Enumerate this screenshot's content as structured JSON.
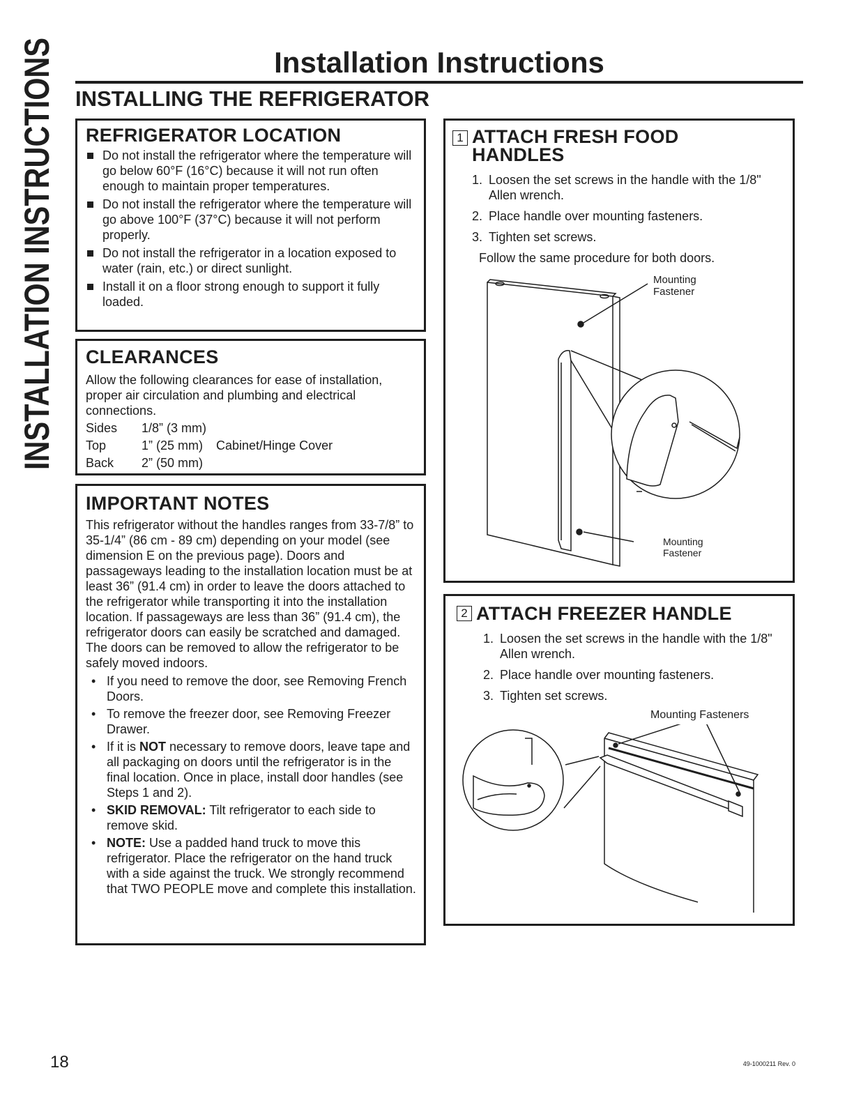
{
  "side_title": "INSTALLATION INSTRUCTIONS",
  "page_header": "Installation Instructions",
  "section_title": "INSTALLING THE REFRIGERATOR",
  "location": {
    "heading": "REFRIGERATOR LOCATION",
    "items": [
      "Do not install the refrigerator where the temperature will go below 60°F (16°C) because it will not run often enough to maintain proper temperatures.",
      "Do not install the refrigerator where the temperature will go above 100°F (37°C) because it will not perform properly.",
      "Do not install the refrigerator in a location exposed to water (rain, etc.) or direct sunlight.",
      "Install it on a floor strong enough to support it fully loaded."
    ]
  },
  "clearances": {
    "heading": "CLEARANCES",
    "intro": "Allow the following clearances for ease of installation, proper air circulation and plumbing and electrical connections.",
    "rows": [
      {
        "side": "Sides",
        "value": "1/8” (3 mm)",
        "note": ""
      },
      {
        "side": "Top",
        "value": "1” (25 mm)",
        "note": "Cabinet/Hinge Cover"
      },
      {
        "side": "Back",
        "value": "2” (50 mm)",
        "note": ""
      }
    ]
  },
  "notes": {
    "heading": "IMPORTANT NOTES",
    "paragraph": "This refrigerator without the handles ranges from 33-7/8” to 35-1/4” (86 cm - 89 cm) depending on your model (see dimension E on the previous page). Doors and passageways leading to the installation location must be at least 36” (91.4 cm) in order to leave the doors attached to the refrigerator while transporting it into the installation location. If passageways are less than 36” (91.4 cm), the refrigerator doors can easily be scratched and damaged. The doors can be removed to allow the refrigerator to be safely moved indoors.",
    "bullets": [
      {
        "bold": "",
        "text": "If you need to remove the door, see Removing French Doors."
      },
      {
        "bold": "",
        "text": "To remove the freezer door, see Removing Freezer Drawer."
      },
      {
        "pre": "If it is ",
        "bold": "NOT",
        "text": " necessary to remove doors, leave tape and all packaging on doors until the refrigerator is in the final location. Once in place, install door handles (see Steps 1 and 2)."
      },
      {
        "pre": "",
        "bold": "SKID REMOVAL:",
        "text": " Tilt refrigerator to each side to remove skid."
      },
      {
        "pre": "",
        "bold": "NOTE:",
        "text": " Use a padded hand truck to move this refrigerator. Place the refrigerator on the hand truck with a side against the truck. We strongly recommend that TWO PEOPLE move and complete this installation."
      }
    ]
  },
  "step1": {
    "number": "1",
    "heading": "ATTACH FRESH FOOD HANDLES",
    "steps": [
      {
        "n": "1.",
        "text": "Loosen the set screws in the handle with the 1/8\" Allen wrench."
      },
      {
        "n": "2.",
        "text": "Place handle over mounting fasteners."
      },
      {
        "n": "3.",
        "text": "Tighten set screws."
      }
    ],
    "follow": "Follow the same procedure for both doors.",
    "label_top": "Mounting Fastener",
    "label_bottom": "Mounting Fastener"
  },
  "step2": {
    "number": "2",
    "heading": "ATTACH FREEZER HANDLE",
    "steps": [
      {
        "n": "1.",
        "text": "Loosen the set screws in the handle with the 1/8\" Allen wrench."
      },
      {
        "n": "2.",
        "text": "Place handle over mounting fasteners."
      },
      {
        "n": "3.",
        "text": "Tighten set screws."
      }
    ],
    "label": "Mounting Fasteners"
  },
  "footer": {
    "page_number": "18",
    "doc_code": "49-1000211 Rev. 0"
  }
}
